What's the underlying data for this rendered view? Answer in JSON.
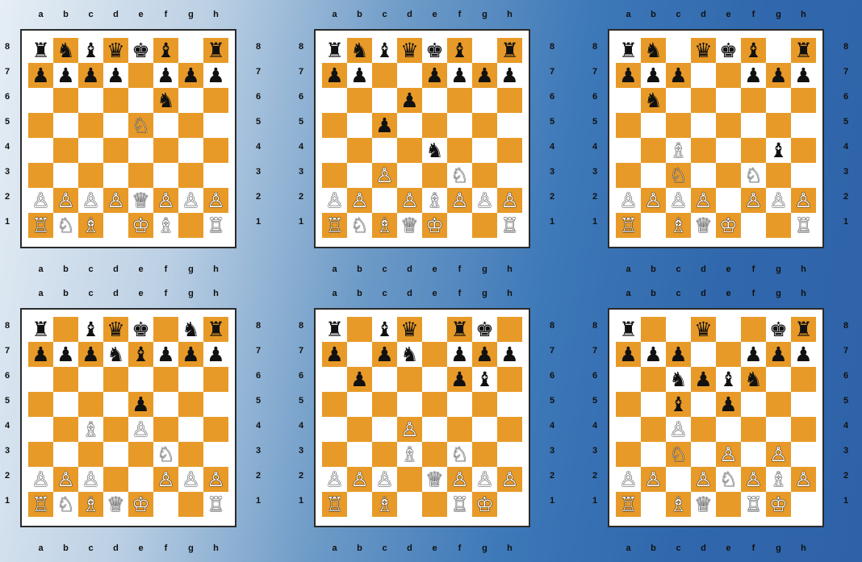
{
  "files": [
    "a",
    "b",
    "c",
    "d",
    "e",
    "f",
    "g",
    "h"
  ],
  "ranks": [
    "8",
    "7",
    "6",
    "5",
    "4",
    "3",
    "2",
    "1"
  ],
  "colors": {
    "dark_square": "#e89a28",
    "light_square": "#ffffff",
    "frame": "#2b2b2b"
  },
  "boards": [
    {
      "rows": [
        "rnbqkb.r",
        "pppp.ppp",
        ".....n..",
        "....N...",
        "........",
        "........",
        "PPPPQPPP",
        "RNB.KB.R"
      ]
    },
    {
      "rows": [
        "rnbqkb.r",
        "pp..pppp",
        "...p....",
        "..p.....",
        "....n...",
        "..P..N..",
        "PP.PBPPP",
        "RNBQK..R"
      ]
    },
    {
      "rows": [
        "rn.qkb.r",
        "ppp..ppp",
        ".n......",
        "........",
        "..B...b.",
        "..N..N..",
        "PPPP.PPP",
        "R.BQK..R"
      ]
    },
    {
      "rows": [
        "r.bqk.nr",
        "pppnbppp",
        "........",
        "....p...",
        "..B.P...",
        ".....N..",
        "PPP..PPP",
        "RNBQK..R"
      ]
    },
    {
      "rows": [
        "r.bq.rk.",
        "p.pn.ppp",
        ".p...pb.",
        "........",
        "...P....",
        "...B.N..",
        "PPP.QPPP",
        "R.B..RK."
      ]
    },
    {
      "rows": [
        "r..q..kr",
        "ppp..ppp",
        "..npbn..",
        "..b.p...",
        "..P.....",
        "..N.P.P.",
        "PP.PNPBP",
        "R.BQ.RK."
      ]
    }
  ]
}
